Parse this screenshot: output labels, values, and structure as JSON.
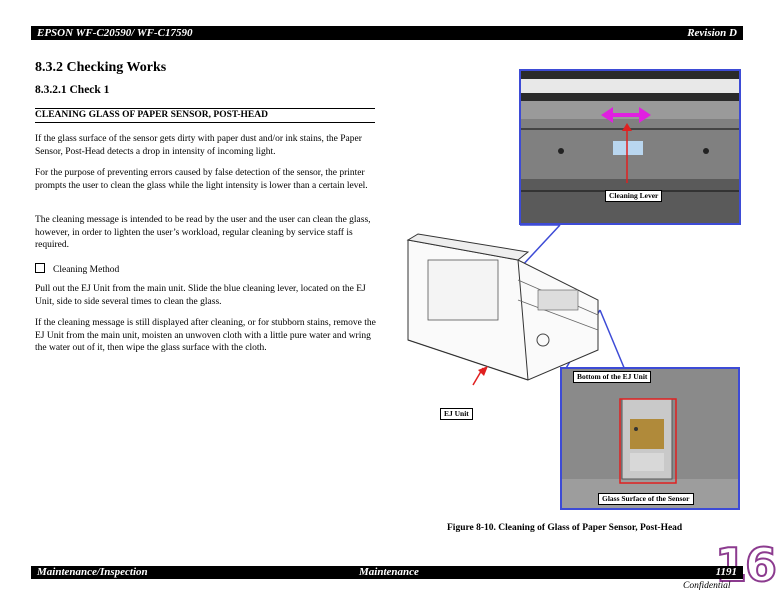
{
  "header": {
    "left": "EPSON WF-C20590/ WF-C17590",
    "right": "Revision D"
  },
  "section_title": "8.3.2  Checking Works",
  "subsection_title": "8.3.2.1  Check 1",
  "topic_title": "CLEANING GLASS OF PAPER SENSOR, POST-HEAD",
  "paragraphs": [
    "If the glass surface of the sensor gets dirty with paper dust and/or ink stains, the Paper Sensor, Post-Head detects a drop in intensity of incoming light.",
    "For the purpose of preventing errors caused by false detection of the sensor, the printer prompts the user to clean the glass while the light intensity is lower than a certain level.",
    "The cleaning message is intended to be read by the user and the user can clean the glass, however, in order to lighten the user’s workload, regular cleaning by service staff is required."
  ],
  "method_label": "Cleaning Method",
  "method_paragraphs": [
    "Pull out the EJ Unit from the main unit. Slide the blue cleaning lever, located on the EJ Unit, side to side several times to clean the glass.",
    "If the cleaning message is still displayed after cleaning, or for stubborn stains, remove the EJ Unit from the main unit, moisten an unwoven cloth with a little pure water and wring the water out of it, then wipe the glass surface with the cloth."
  ],
  "figure": {
    "labels": {
      "cleaning_lever": "Cleaning Lever",
      "ej_unit": "EJ Unit",
      "bottom_of_ej_unit": "Bottom of the EJ Unit",
      "glass_surface": "Glass Surface of the Sensor"
    },
    "caption": "Figure 8-10.  Cleaning of Glass of Paper Sensor, Post-Head"
  },
  "footer": {
    "left": "Maintenance/Inspection",
    "center": "Maintenance",
    "right": "1191",
    "confidential": "Confidential"
  },
  "page_badge": "16",
  "colors": {
    "callout_frame": "#3d4bd6",
    "arrow": "#e02020",
    "magenta_arrow": "#e020e0",
    "badge": "#8c3b8f"
  }
}
